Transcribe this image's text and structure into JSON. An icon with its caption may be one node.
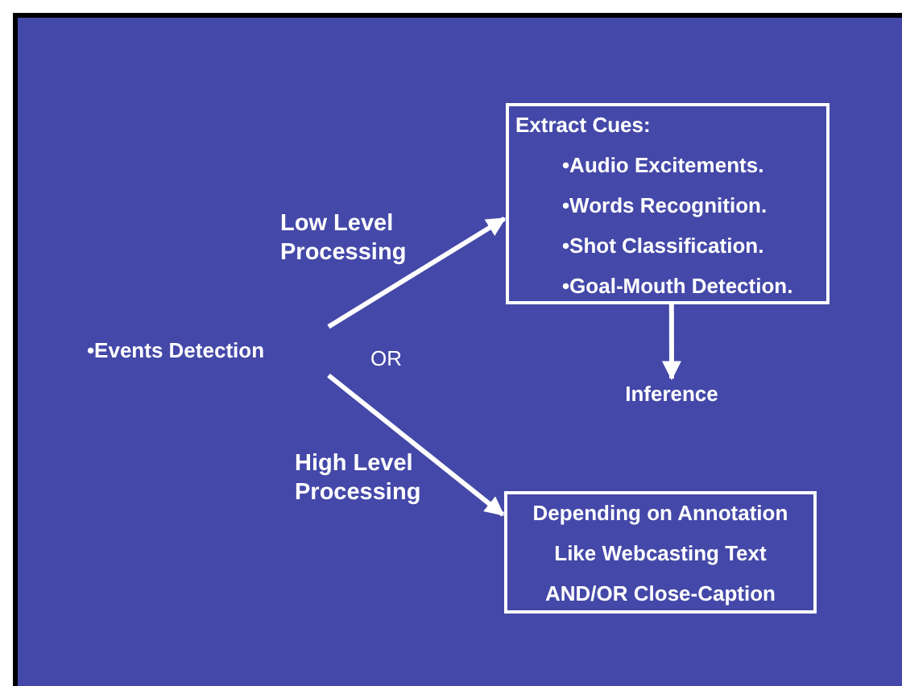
{
  "diagram": {
    "nodes": [
      {
        "text": [
          "•Events Detection"
        ]
      },
      {
        "text": [
          "Extract Cues:",
          "•Audio Excitements.",
          "•Words Recognition.",
          "•Shot Classification.",
          "•Goal-Mouth Detection."
        ]
      },
      {
        "text": [
          "Inference"
        ]
      },
      {
        "text": [
          "Depending on Annotation",
          "Like Webcasting Text",
          "AND/OR Close-Caption"
        ]
      }
    ],
    "edges": [
      {
        "from": 0,
        "to": 1,
        "arrow": "to",
        "label": "Low Level Processing"
      },
      {
        "from": 1,
        "to": 2,
        "arrow": "to"
      },
      {
        "from": 0,
        "to": 3,
        "arrow": "to",
        "label": "High Level Processing"
      }
    ],
    "labels": [
      "OR"
    ]
  }
}
